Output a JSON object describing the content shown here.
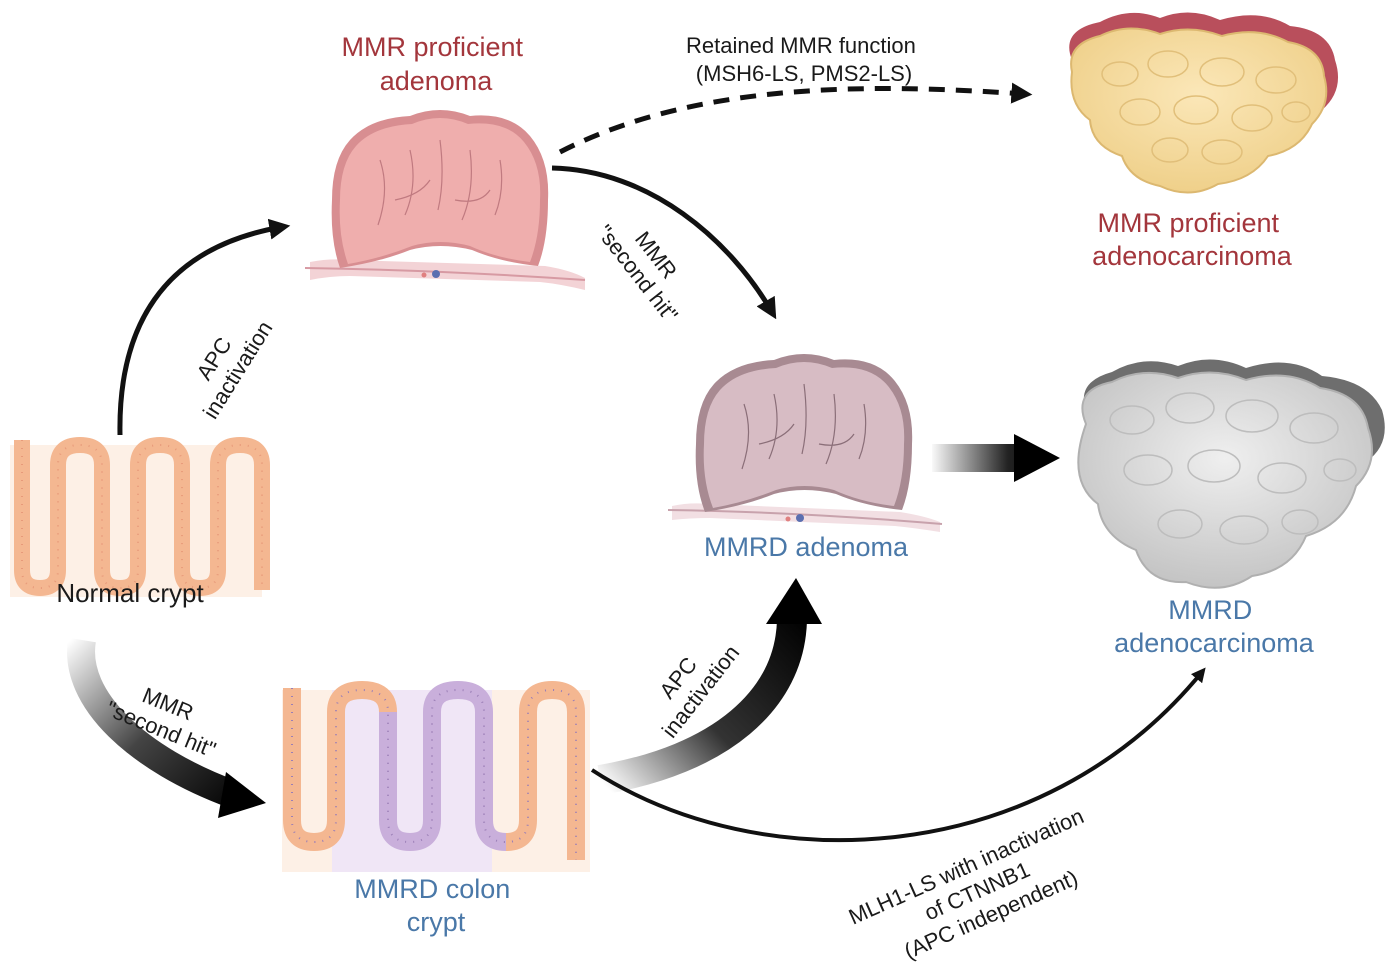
{
  "labels": {
    "mmr_proficient_adenoma": [
      "MMR proficient",
      "adenoma"
    ],
    "mmr_proficient_adenocarcinoma": [
      "MMR proficient",
      "adenocarcinoma"
    ],
    "mmrd_adenoma": "MMRD adenoma",
    "mmrd_adenocarcinoma": [
      "MMRD",
      "adenocarcinoma"
    ],
    "normal_crypt": "Normal crypt",
    "mmrd_colon_crypt": [
      "MMRD colon",
      "crypt"
    ]
  },
  "arrows": {
    "retained_mmr": [
      "Retained MMR function",
      "(MSH6-LS, PMS2-LS)"
    ],
    "apc_top": [
      "APC",
      "inactivation"
    ],
    "mmr_hit_top": [
      "MMR",
      "\"second hit\""
    ],
    "mmr_hit_bottom": [
      "MMR",
      "\"second hit\""
    ],
    "apc_bottom": [
      "APC",
      "inactivation"
    ],
    "mlh1": [
      "MLH1-LS with inactivation",
      "of CTNNB1",
      "(APC independent)"
    ]
  },
  "colors": {
    "red_label": "#a3363c",
    "blue_label": "#4a78a8",
    "normal_tissue": "#f6c6a8",
    "mmrd_tissue": "#cdb8dc",
    "proficient_adenoma": "#ecaaa8",
    "mmrd_adenoma": "#d7bcc4",
    "proficient_carcinoma": "#f2d99c",
    "mmrd_carcinoma": "#d4d4d4"
  }
}
